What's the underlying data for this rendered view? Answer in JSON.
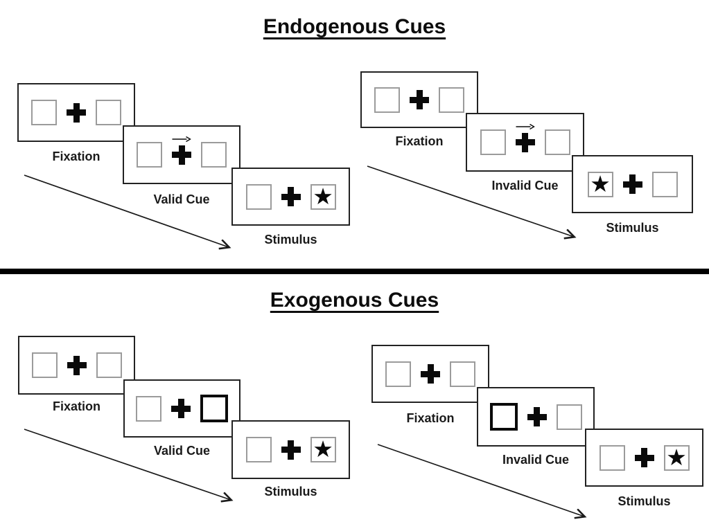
{
  "colors": {
    "background": "#ffffff",
    "ink": "#0a0a0a",
    "panel_border": "#222222",
    "placeholder_box_border": "#9b9b9b",
    "divider": "#000000"
  },
  "glyphs": {
    "star": "★"
  },
  "sections": [
    {
      "title": "Endogenous Cues",
      "sequences": [
        {
          "name": "valid",
          "panels": [
            {
              "label": "Fixation",
              "left": "empty",
              "center": "fixation-cross",
              "right": "empty"
            },
            {
              "label": "Valid Cue",
              "left": "empty",
              "center": "fixation-cross-with-right-arrow",
              "right": "empty"
            },
            {
              "label": "Stimulus",
              "left": "empty",
              "center": "fixation-cross",
              "right": "star"
            }
          ]
        },
        {
          "name": "invalid",
          "panels": [
            {
              "label": "Fixation",
              "left": "empty",
              "center": "fixation-cross",
              "right": "empty"
            },
            {
              "label": "Invalid Cue",
              "left": "empty",
              "center": "fixation-cross-with-right-arrow",
              "right": "empty"
            },
            {
              "label": "Stimulus",
              "left": "star",
              "center": "fixation-cross",
              "right": "empty"
            }
          ]
        }
      ]
    },
    {
      "title": "Exogenous Cues",
      "sequences": [
        {
          "name": "valid",
          "panels": [
            {
              "label": "Fixation",
              "left": "empty",
              "center": "fixation-cross",
              "right": "empty"
            },
            {
              "label": "Valid Cue",
              "left": "empty",
              "center": "fixation-cross",
              "right": "highlighted-box"
            },
            {
              "label": "Stimulus",
              "left": "empty",
              "center": "fixation-cross",
              "right": "star"
            }
          ]
        },
        {
          "name": "invalid",
          "panels": [
            {
              "label": "Fixation",
              "left": "empty",
              "center": "fixation-cross",
              "right": "empty"
            },
            {
              "label": "Invalid Cue",
              "left": "highlighted-box",
              "center": "fixation-cross",
              "right": "empty"
            },
            {
              "label": "Stimulus",
              "left": "empty",
              "center": "fixation-cross",
              "right": "star"
            }
          ]
        }
      ]
    }
  ]
}
